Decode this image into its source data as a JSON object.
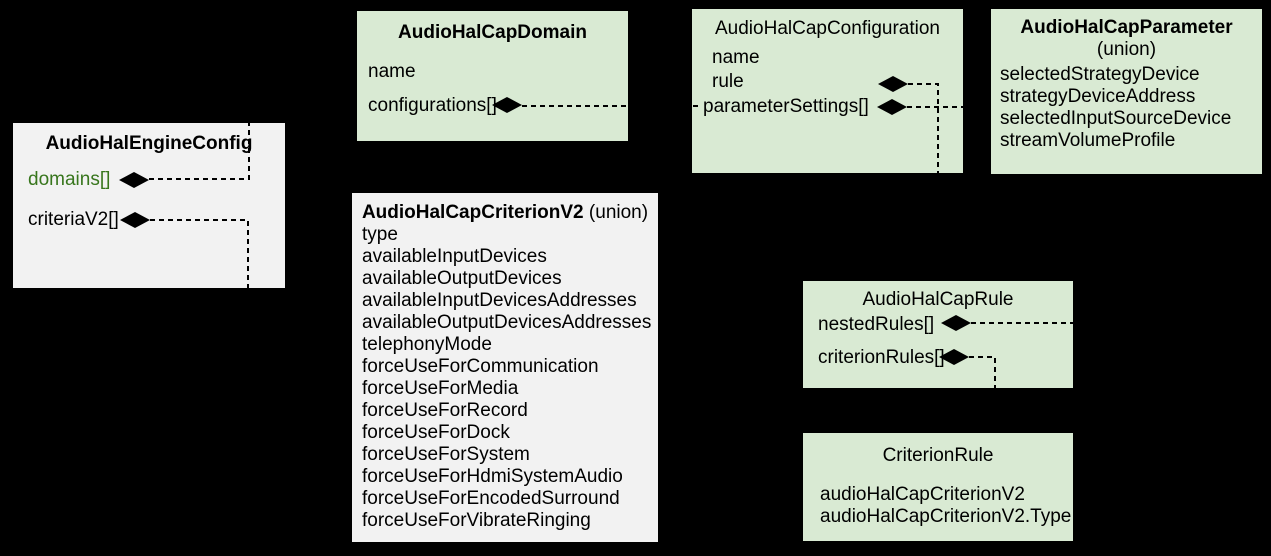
{
  "diagram": {
    "background_color": "#000000",
    "colors": {
      "green_box": "#d9ead3",
      "gray_box": "#f2f2f2",
      "green_field_text": "#38761d",
      "line_and_text": "#000000"
    },
    "icons": {
      "composition_diamond": "filled black diamond (UML composition)"
    }
  },
  "boxes": [
    {
      "id": "engine",
      "title": "AudioHalEngineConfig",
      "fields": [
        {
          "label": "domains[]"
        },
        {
          "label": "criteriaV2[]"
        }
      ]
    },
    {
      "id": "domain",
      "title": "AudioHalCapDomain",
      "fields": [
        {
          "label": "name"
        },
        {
          "label": "configurations[]"
        }
      ]
    },
    {
      "id": "configuration",
      "title": "AudioHalCapConfiguration",
      "fields": [
        {
          "label": "name"
        },
        {
          "label": "rule"
        },
        {
          "label": "parameterSettings[]"
        }
      ]
    },
    {
      "id": "parameter",
      "title": "AudioHalCapParameter",
      "subtitle": "(union)",
      "fields": [
        {
          "label": "selectedStrategyDevice"
        },
        {
          "label": "strategyDeviceAddress"
        },
        {
          "label": "selectedInputSourceDevice"
        },
        {
          "label": "streamVolumeProfile"
        }
      ]
    },
    {
      "id": "criterionv2",
      "title": "AudioHalCapCriterionV2",
      "title_suffix": " (union)",
      "fields": [
        {
          "label": "type"
        },
        {
          "label": "availableInputDevices"
        },
        {
          "label": "availableOutputDevices"
        },
        {
          "label": "availableInputDevicesAddresses"
        },
        {
          "label": "availableOutputDevicesAddresses"
        },
        {
          "label": "telephonyMode"
        },
        {
          "label": "forceUseForCommunication"
        },
        {
          "label": "forceUseForMedia"
        },
        {
          "label": "forceUseForRecord"
        },
        {
          "label": "forceUseForDock"
        },
        {
          "label": "forceUseForSystem"
        },
        {
          "label": "forceUseForHdmiSystemAudio"
        },
        {
          "label": "forceUseForEncodedSurround"
        },
        {
          "label": "forceUseForVibrateRinging"
        }
      ]
    },
    {
      "id": "rule",
      "title": "AudioHalCapRule",
      "fields": [
        {
          "label": "nestedRules[]"
        },
        {
          "label": "criterionRules[]"
        }
      ]
    },
    {
      "id": "criterionrule",
      "title": "CriterionRule",
      "fields": [
        {
          "label": "audioHalCapCriterionV2"
        },
        {
          "label": "audioHalCapCriterionV2.Type"
        }
      ]
    }
  ]
}
